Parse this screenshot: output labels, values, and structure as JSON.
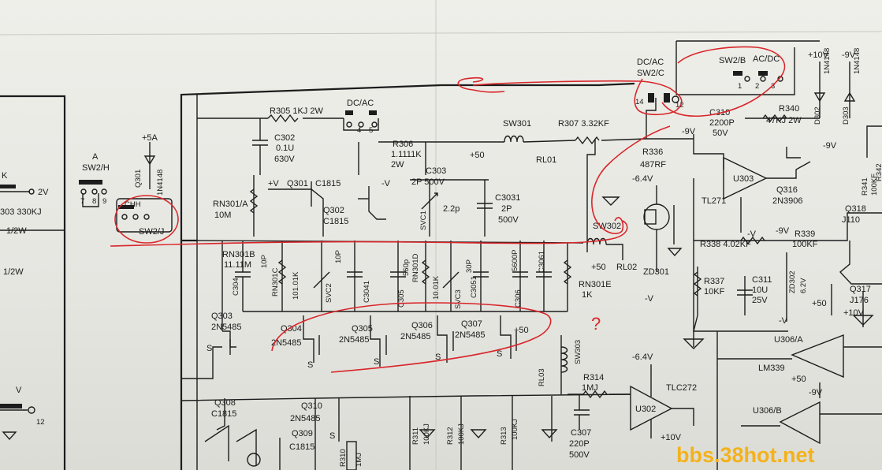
{
  "labels": {
    "dcac_top": "DC/AC",
    "sw2c": "SW2/C",
    "sw2b": "SW2/B",
    "acdc": "AC/DC",
    "p10v": "+10V",
    "m9v_top": "-9V",
    "n1": "1",
    "n2": "2",
    "n3": "3",
    "pin14": "14",
    "pin12": "12",
    "d1": "1N4148",
    "d2": "1N4148",
    "d302": "D302",
    "d303": "D303",
    "r340": "R340",
    "r340v": "47KJ 2W",
    "c310": "C310",
    "c310v": "2200P",
    "c310w": "50V",
    "r305": "R305 1KJ 2W",
    "dcac_mid": "DC/AC",
    "p4": "4",
    "p5": "5",
    "c302": "C302",
    "c302v": "0.1U",
    "c302w": "630V",
    "r306": "R306",
    "r306v": "1.1111K",
    "r306w": "2W",
    "sw301": "SW301",
    "p50a": "+50",
    "rl01": "RL01",
    "r307": "R307 3.32KF",
    "m9v_a": "-9V",
    "r336": "R336",
    "r336v": "487RF",
    "m64v_a": "-6.4V",
    "u303": "U303",
    "tl271": "TL271",
    "q316": "Q316",
    "q316v": "2N3906",
    "m9v_b": "-9V",
    "r341": "R341",
    "r341v": "100KF",
    "r342": "R342",
    "plus5a": "+5A",
    "sw2h": "SW2/H",
    "sw2h_a": "A",
    "q301d": "Q301",
    "p7": "7",
    "p8": "8",
    "p9": "9",
    "sw2j": "SW2/J",
    "chh": "CHH",
    "k": "K",
    "v2": "2V",
    "r303": "303 330KJ",
    "half_w": "1/2W",
    "half_w2": "1/2W",
    "pv": "+V",
    "q301": "Q301",
    "c1815a": "C1815",
    "mv": "-V",
    "q302": "Q302",
    "c1815b": "C1815",
    "c303": "C303",
    "c303v": "2P 500V",
    "c3031": "C3031",
    "c3031v": "2P",
    "c3031w": "500V",
    "svc1": "SVC1",
    "svc1v": "2.2p",
    "rn301a": "RN301/A",
    "rn301av": "10M",
    "sw302": "SW302",
    "p50b": "+50",
    "rl02": "RL02",
    "zd301": "ZD301",
    "mv_b": "-V",
    "mv_c": "-V",
    "r338": "R338 4.02KF",
    "m9v_c": "-9V",
    "r339": "R339",
    "r339v": "100KF",
    "q318": "Q318",
    "j110": "J110",
    "rn301b": "RN301B",
    "rn301bv": "11.11M",
    "c304": "C304",
    "c304v": "10P",
    "rn301c": "RN301C",
    "rn301cv": "101.01K",
    "svc2": "SVC2",
    "c10p": "10P",
    "c3041": "C3041",
    "c3051": "C3051",
    "c30p": "30P",
    "c305": "C305",
    "c305v": "560p",
    "rn301d": "RN301D",
    "rn301dv": "10.01K",
    "svc3": "SVC3",
    "c306": "C306",
    "c306v": "5600P",
    "c3061": "C3061",
    "rn301e": "RN301E",
    "rn301ev": "1K",
    "r337": "R337",
    "r337v": "10KF",
    "c311": "C311",
    "c311v": "10U",
    "c311w": "25V",
    "zd302": "ZD302",
    "zd302v": "6.2V",
    "q317": "Q317",
    "q317v": "J176",
    "q303": "Q303",
    "q303v": "2N5485",
    "q304": "Q304",
    "q304v": "2N5485",
    "q305": "Q305",
    "q305v": "2N5485",
    "q306": "Q306",
    "q306v": "2N5485",
    "q307": "Q307",
    "q307v": "2N5485",
    "p50c": "+50",
    "s1": "S",
    "s2": "S",
    "s3": "S",
    "s4": "S",
    "s5": "S",
    "rl03": "RL03",
    "sw303": "SW303",
    "m64v_b": "-6.4V",
    "r314": "R314",
    "r314v": "1MJ",
    "u302": "U302",
    "tlc272": "TLC272",
    "p10v_b": "+10V",
    "u306a": "U306/A",
    "lm339": "LM339",
    "p50d": "+50",
    "m9v_d": "-9V",
    "u306b": "U306/B",
    "v_bot": "V",
    "pin12b": "12",
    "q308": "Q308",
    "q308v": "C1815",
    "q310": "Q310",
    "q310v": "2N5485",
    "q309": "Q309",
    "q309v": "C1815",
    "s6": "S",
    "r310": "R310",
    "r310v": "1MJ",
    "r311": "R311",
    "r311v": "100KJ",
    "r312": "R312",
    "r312v": "100KJ",
    "r313": "R313",
    "r313v": "100KJ",
    "c307": "C307",
    "c307v": "220P",
    "c307w": "500V",
    "q_mark": "?",
    "watermark": "bbs.38hot.net"
  },
  "colors": {
    "ink": "#1c1c1c",
    "annotation": "#d8262a",
    "watermark": "#f3b21c",
    "paper": "#ebebe6"
  }
}
